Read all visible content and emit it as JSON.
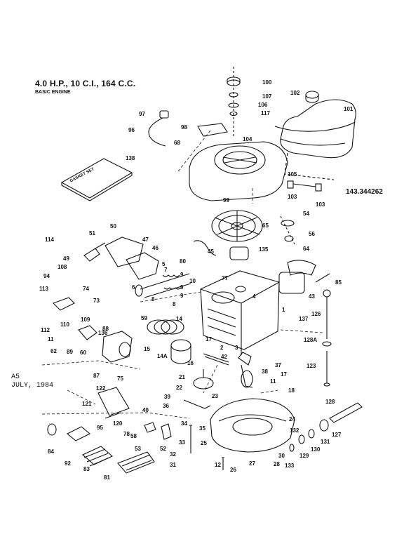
{
  "header": {
    "title": "4.0 H.P., 10 C.I., 164 C.C.",
    "subtitle": "BASIC ENGINE",
    "model_number": "143.344262"
  },
  "footer": {
    "code": "A5",
    "date": "JULY, 1984"
  },
  "gasket_set_label": "GASKET SET",
  "part_numbers": [
    "100",
    "107",
    "106",
    "117",
    "102",
    "101",
    "97",
    "96",
    "98",
    "68",
    "104",
    "138",
    "99",
    "105",
    "103",
    "103",
    "50",
    "51",
    "114",
    "49",
    "108",
    "94",
    "113",
    "47",
    "46",
    "5",
    "6",
    "7",
    "8",
    "9",
    "10",
    "9",
    "9",
    "8",
    "74",
    "73",
    "65",
    "54",
    "56",
    "64",
    "45",
    "135",
    "80",
    "77",
    "4",
    "85",
    "43",
    "137",
    "126",
    "128A",
    "123",
    "1",
    "59",
    "14",
    "14A",
    "109",
    "110",
    "112",
    "11",
    "62",
    "89",
    "88",
    "60",
    "136",
    "15",
    "16",
    "17",
    "42",
    "2",
    "3",
    "38",
    "37",
    "17",
    "11",
    "87",
    "75",
    "122",
    "21",
    "22",
    "40",
    "39",
    "36",
    "23",
    "18",
    "121",
    "120",
    "95",
    "58",
    "78",
    "53",
    "52",
    "34",
    "35",
    "33",
    "32",
    "31",
    "12",
    "26",
    "25",
    "24",
    "27",
    "28",
    "30",
    "133",
    "129",
    "132",
    "130",
    "131",
    "127",
    "128",
    "84",
    "92",
    "83",
    "81"
  ]
}
